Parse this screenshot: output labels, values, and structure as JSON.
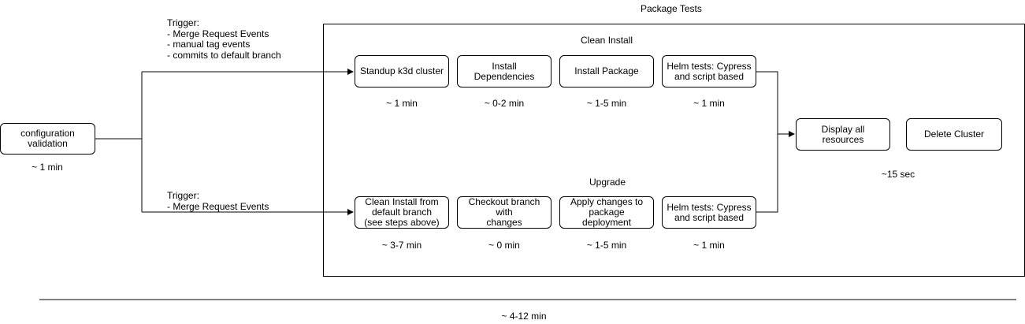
{
  "container": {
    "title": "Package Tests",
    "sections": {
      "clean_install": "Clean Install",
      "upgrade": "Upgrade"
    }
  },
  "config": {
    "label": "configuration\nvalidation",
    "duration": "~ 1 min"
  },
  "triggers": {
    "top": [
      "Trigger:",
      "- Merge Request Events",
      "- manual tag events",
      "- commits to default branch"
    ],
    "bottom": [
      "Trigger:",
      "- Merge Request Events"
    ]
  },
  "clean_install_steps": [
    {
      "label": "Standup k3d cluster",
      "duration": "~ 1 min"
    },
    {
      "label": "Install Dependencies",
      "duration": "~ 0-2 min"
    },
    {
      "label": "Install Package",
      "duration": "~ 1-5 min"
    },
    {
      "label": "Helm tests: Cypress\nand script based",
      "duration": "~ 1 min"
    }
  ],
  "upgrade_steps": [
    {
      "label": "Clean Install from\ndefault branch\n(see steps above)",
      "duration": "~ 3-7 min"
    },
    {
      "label": "Checkout branch with\nchanges",
      "duration": "~ 0 min"
    },
    {
      "label": "Apply changes to\npackage deployment",
      "duration": "~ 1-5 min"
    },
    {
      "label": "Helm tests: Cypress\nand script based",
      "duration": "~ 1 min"
    }
  ],
  "final_steps": [
    {
      "label": "Display all resources"
    },
    {
      "label": "Delete Cluster"
    }
  ],
  "final_duration": "~15 sec",
  "total_duration": "~ 4-12 min"
}
